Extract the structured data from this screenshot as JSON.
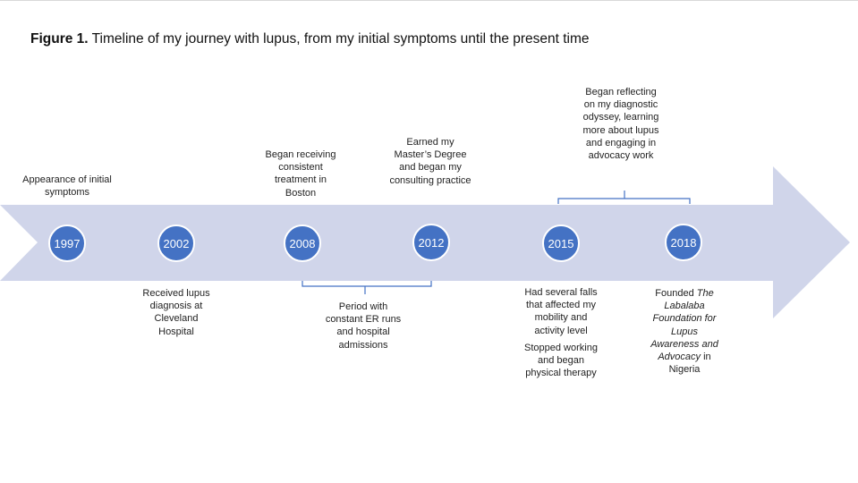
{
  "caption": {
    "bold": "Figure 1.",
    "text": " Timeline of my journey with lupus, from my initial symptoms until the present time"
  },
  "colors": {
    "arrow": "#d0d5ea",
    "node": "#4472c4",
    "bracket": "#4472c4"
  },
  "years": [
    "1997",
    "2002",
    "2008",
    "2012",
    "2015",
    "2018"
  ],
  "labels": {
    "above_1997": "Appearance of initial symptoms",
    "above_2008": "Began receiving consistent treatment in Boston",
    "above_2012": "Earned my Master’s Degree and began my consulting practice",
    "above_2015_2018": "Began reflecting on my diagnostic odyssey, learning more about lupus and engaging in advocacy work",
    "below_2002": "Received lupus diagnosis at Cleveland Hospital",
    "below_2008_2012": "Period with constant ER runs and hospital admissions",
    "below_2015_a": "Had several falls that affected my mobility and activity level",
    "below_2015_b": "Stopped working and began physical therapy",
    "below_2018_pre": "Founded ",
    "below_2018_italic": "The Labalaba Foundation for Lupus Awareness and Advocacy",
    "below_2018_post": " in Nigeria"
  }
}
